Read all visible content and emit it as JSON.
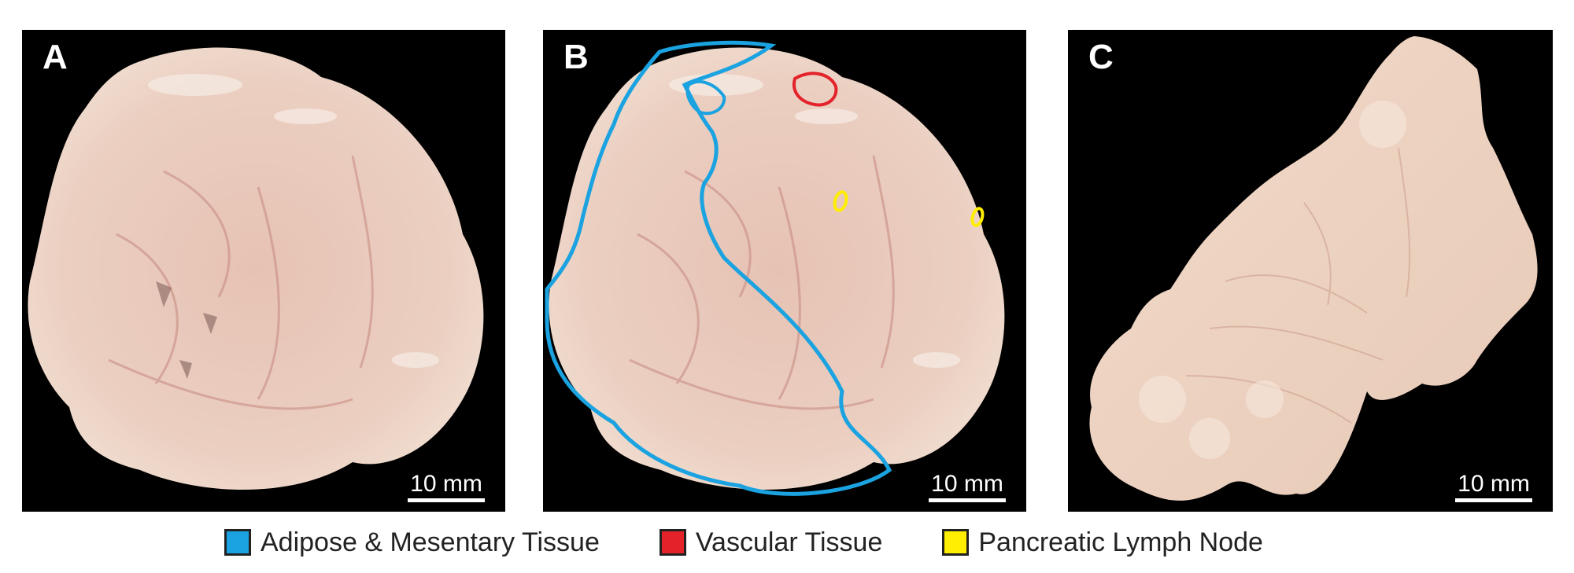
{
  "panels": [
    {
      "label": "A",
      "scale_text": "10 mm"
    },
    {
      "label": "B",
      "scale_text": "10 mm"
    },
    {
      "label": "C",
      "scale_text": "10 mm"
    }
  ],
  "legend": [
    {
      "label": "Adipose & Mesentary Tissue",
      "color": "#1aa3e0"
    },
    {
      "label": "Vascular Tissue",
      "color": "#e3222a"
    },
    {
      "label": "Pancreatic Lymph Node",
      "color": "#ffee00"
    }
  ],
  "colors": {
    "background": "#000000",
    "tissue": "#e9cbbd",
    "tissue_pale": "#f0dccc"
  }
}
